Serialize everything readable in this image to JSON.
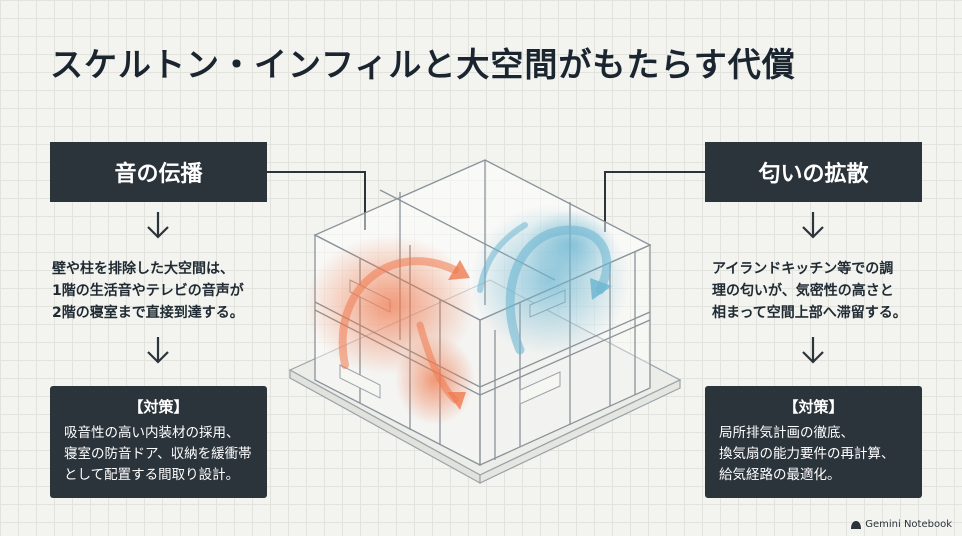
{
  "title": "スケルトン・インフィルと大空間がもたらす代償",
  "left": {
    "label": "音の伝播",
    "description": [
      "壁や柱を排除した大空間は、",
      "1階の生活音やテレビの音声が",
      "2階の寝室まで直接到達する。"
    ],
    "measure_heading": "【対策】",
    "measure_lines": [
      "吸音性の高い内装材の採用、",
      "寝室の防音ドア、収納を緩衝帯",
      "として配置する間取り設計。"
    ]
  },
  "right": {
    "label": "匂いの拡散",
    "description": [
      "アイランドキッチン等での調",
      "理の匂いが、気密性の高さと",
      "相まって空間上部へ滞留する。"
    ],
    "measure_heading": "【対策】",
    "measure_lines": [
      "局所排気計画の徹底、",
      "換気扇の能力要件の再計算、",
      "給気経路の最適化。"
    ]
  },
  "footer": {
    "brand": "Gemini Notebook"
  },
  "colors": {
    "box": "#2b333b",
    "sound_flow": "#ef7a4f",
    "smell_flow": "#6fb7d2",
    "line": "#2b333b"
  }
}
